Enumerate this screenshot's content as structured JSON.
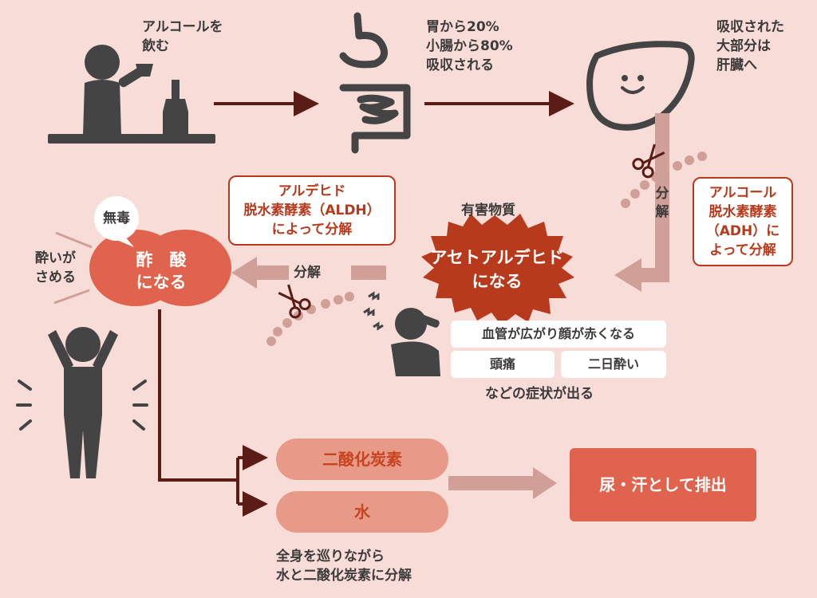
{
  "steps": {
    "drink": "アルコールを\n飲む",
    "absorb": "胃から20%\n小腸から80%\n吸収される",
    "liver": "吸収された\n大部分は\n肝臓へ"
  },
  "decompose_label": "分解",
  "decompose_vertical": "分\n解",
  "adh_bubble": "アルコール\n脱水素酵素\n（ADH）に\nよって分解",
  "aldh_bubble": "アルデヒド\n脱水素酵素（ALDH）\nによって分解",
  "harmful_label": "有害物質",
  "acetaldehyde": "アセトアルデヒド\nになる",
  "harmless_badge": "無毒",
  "acetic_acid": "酢　酸\nになる",
  "sober_up": "酔いが\nさめる",
  "symptoms": {
    "flush": "血管が広がり顔が赤くなる",
    "headache": "頭痛",
    "hangover": "二日酔い",
    "caption": "などの症状が出る"
  },
  "products": {
    "co2": "二酸化炭素",
    "water": "水"
  },
  "excrete": "尿・汗として排出",
  "bottom_note": "全身を巡りながら\n水と二酸化炭素に分解",
  "colors": {
    "background": "#f7dcd8",
    "dark": "#3d3a3a",
    "accent": "#b83a1c",
    "arrow_dark": "#5a1c14",
    "arrow_light": "#cf9f98",
    "pill": "#e89a88",
    "final": "#e0634d"
  },
  "icons": [
    "drinking-person-icon",
    "bottle-icon",
    "intestine-icon",
    "liver-icon",
    "scissors-icon",
    "headache-person-icon",
    "cheering-person-icon"
  ]
}
